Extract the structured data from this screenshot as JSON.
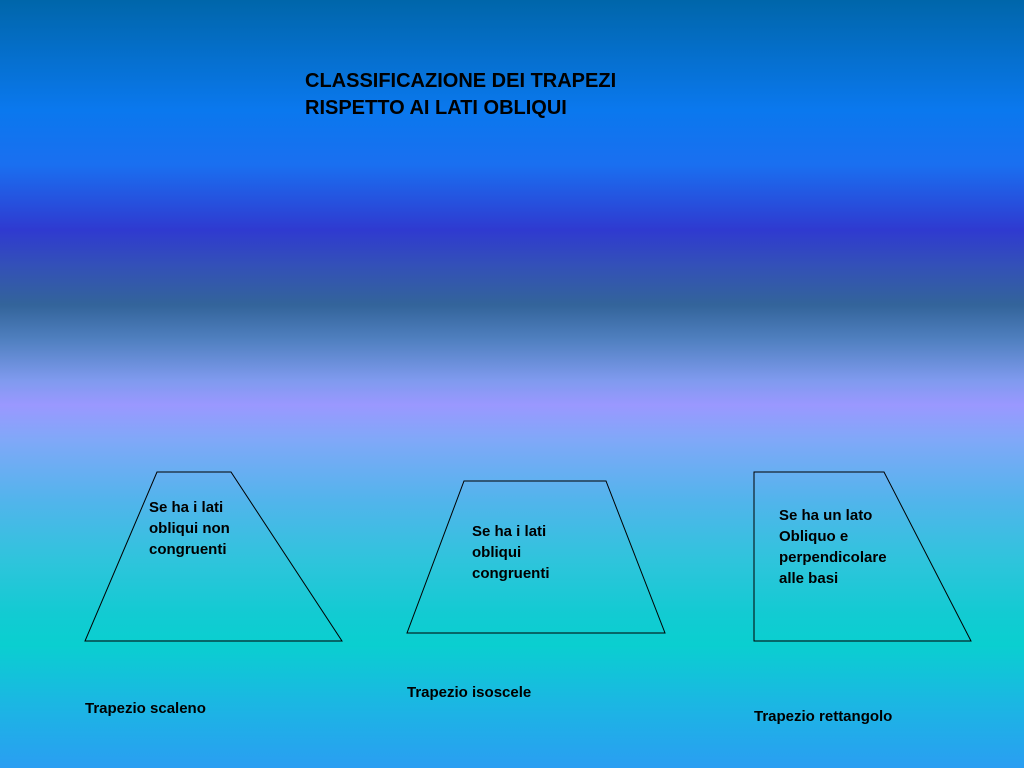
{
  "title": {
    "line1": "CLASSIFICAZIONE DEI TRAPEZI",
    "line2": "RISPETTO AI LATI OBLIQUI"
  },
  "trapezoids": [
    {
      "description": [
        "Se ha i lati",
        "obliqui non",
        "congruenti"
      ],
      "caption": "Trapezio scaleno"
    },
    {
      "description": [
        "Se ha i lati",
        "obliqui",
        "congruenti"
      ],
      "caption": "Trapezio isoscele"
    },
    {
      "description": [
        "Se ha un lato",
        "Obliquo e",
        "perpendicolare",
        "alle basi"
      ],
      "caption": "Trapezio rettangolo"
    }
  ],
  "colors": {
    "outline": "#000000",
    "text": "#000000"
  }
}
